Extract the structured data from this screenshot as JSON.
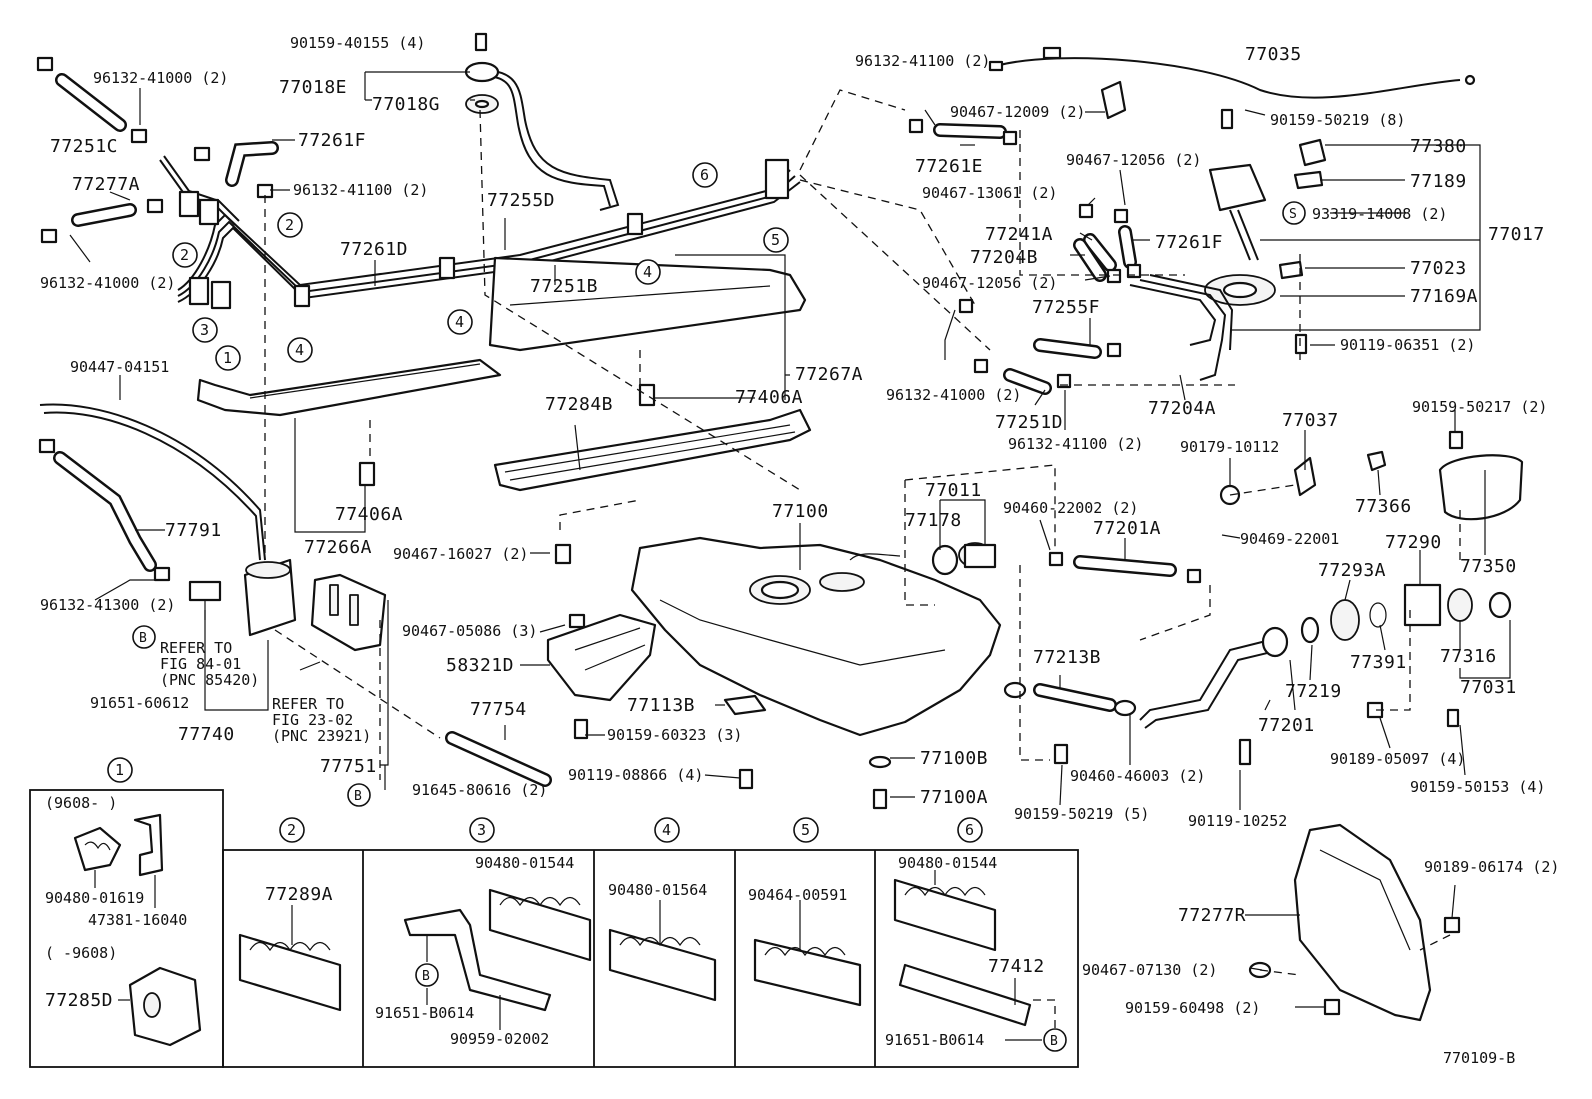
{
  "diagram_id": "770109-B",
  "callouts": {
    "c1": "1",
    "c2": "2",
    "c3": "3",
    "c4": "4",
    "c5": "5",
    "c6": "6",
    "b": "B",
    "s": "S"
  },
  "parts": {
    "p90159_40155": "90159-40155 (4)",
    "p77018E": "77018E",
    "p77018G": "77018G",
    "p96132_41000_a": "96132-41000 (2)",
    "p77251C": "77251C",
    "p77261F_a": "77261F",
    "p77277A": "77277A",
    "p96132_41100_a": "96132-41100 (2)",
    "p96132_41000_b": "96132-41000 (2)",
    "p77255D": "77255D",
    "p77261D": "77261D",
    "p77251B": "77251B",
    "p90447_04151": "90447-04151",
    "p77267A": "77267A",
    "p77406A_a": "77406A",
    "p77284B": "77284B",
    "p77406A_b": "77406A",
    "p77266A": "77266A",
    "p77791": "77791",
    "p96132_41300": "96132-41300 (2)",
    "refer1_a": "REFER TO",
    "refer1_b": "FIG 84-01",
    "refer1_c": "(PNC 85420)",
    "p91651_60612": "91651-60612",
    "p77740": "77740",
    "refer2_a": "REFER TO",
    "refer2_b": "FIG 23-02",
    "refer2_c": "(PNC 23921)",
    "p77751": "77751",
    "p91645_80616": "91645-80616 (2)",
    "p77754": "77754",
    "p90467_16027": "90467-16027 (2)",
    "p77100": "77100",
    "p90467_05086": "90467-05086 (3)",
    "p58321D": "58321D",
    "p77113B": "77113B",
    "p90159_60323": "90159-60323 (3)",
    "p90119_08866": "90119-08866 (4)",
    "p77100B": "77100B",
    "p77100A": "77100A",
    "p77011": "77011",
    "p77178": "77178",
    "p90460_22002": "90460-22002 (2)",
    "p77201A": "77201A",
    "p77213B": "77213B",
    "p90460_46003": "90460-46003 (2)",
    "p90159_50219_5": "90159-50219 (5)",
    "p96132_41100_b": "96132-41100 (2)",
    "p90467_12009": "90467-12009 (2)",
    "p77261E": "77261E",
    "p77035": "77035",
    "p90159_50219_8": "90159-50219 (8)",
    "p77380": "77380",
    "p90467_12056_a": "90467-12056 (2)",
    "p90467_13061": "90467-13061 (2)",
    "p77189": "77189",
    "p93319_14008": "93319-14008 (2)",
    "p77017": "77017",
    "p77241A": "77241A",
    "p77261F_b": "77261F",
    "p77204B": "77204B",
    "p77023": "77023",
    "p90467_12056_b": "90467-12056 (2)",
    "p77169A": "77169A",
    "p77255F": "77255F",
    "p90119_06351": "90119-06351 (2)",
    "p96132_41000_c": "96132-41000 (2)",
    "p77251D": "77251D",
    "p77204A": "77204A",
    "p96132_41100_c": "96132-41100 (2)",
    "p77037": "77037",
    "p90159_50217": "90159-50217 (2)",
    "p90179_10112": "90179-10112",
    "p77366": "77366",
    "p90469_22001": "90469-22001",
    "p77290": "77290",
    "p77293A": "77293A",
    "p77350": "77350",
    "p77391": "77391",
    "p77316": "77316",
    "p77031": "77031",
    "p77219": "77219",
    "p77201": "77201",
    "p90189_05097": "90189-05097 (4)",
    "p90159_50153": "90159-50153 (4)",
    "p90119_10252": "90119-10252",
    "p90189_06174": "90189-06174 (2)",
    "p77277R": "77277R",
    "p90467_07130": "90467-07130 (2)",
    "p90159_60498": "90159-60498 (2)"
  },
  "inset1": {
    "range_a": "(9608-          )",
    "range_b": "(      -9608)",
    "p90480_01619": "90480-01619",
    "p47381_16040": "47381-16040",
    "p77285D": "77285D"
  },
  "inset2": {
    "p77289A": "77289A"
  },
  "inset3": {
    "p90480_01544": "90480-01544",
    "p91651_B0614": "91651-B0614",
    "p90959_02002": "90959-02002"
  },
  "inset4": {
    "p90480_01564": "90480-01564"
  },
  "inset5": {
    "p90464_00591": "90464-00591"
  },
  "inset6": {
    "p90480_01544": "90480-01544",
    "p77412": "77412",
    "p91651_B0614": "91651-B0614"
  }
}
